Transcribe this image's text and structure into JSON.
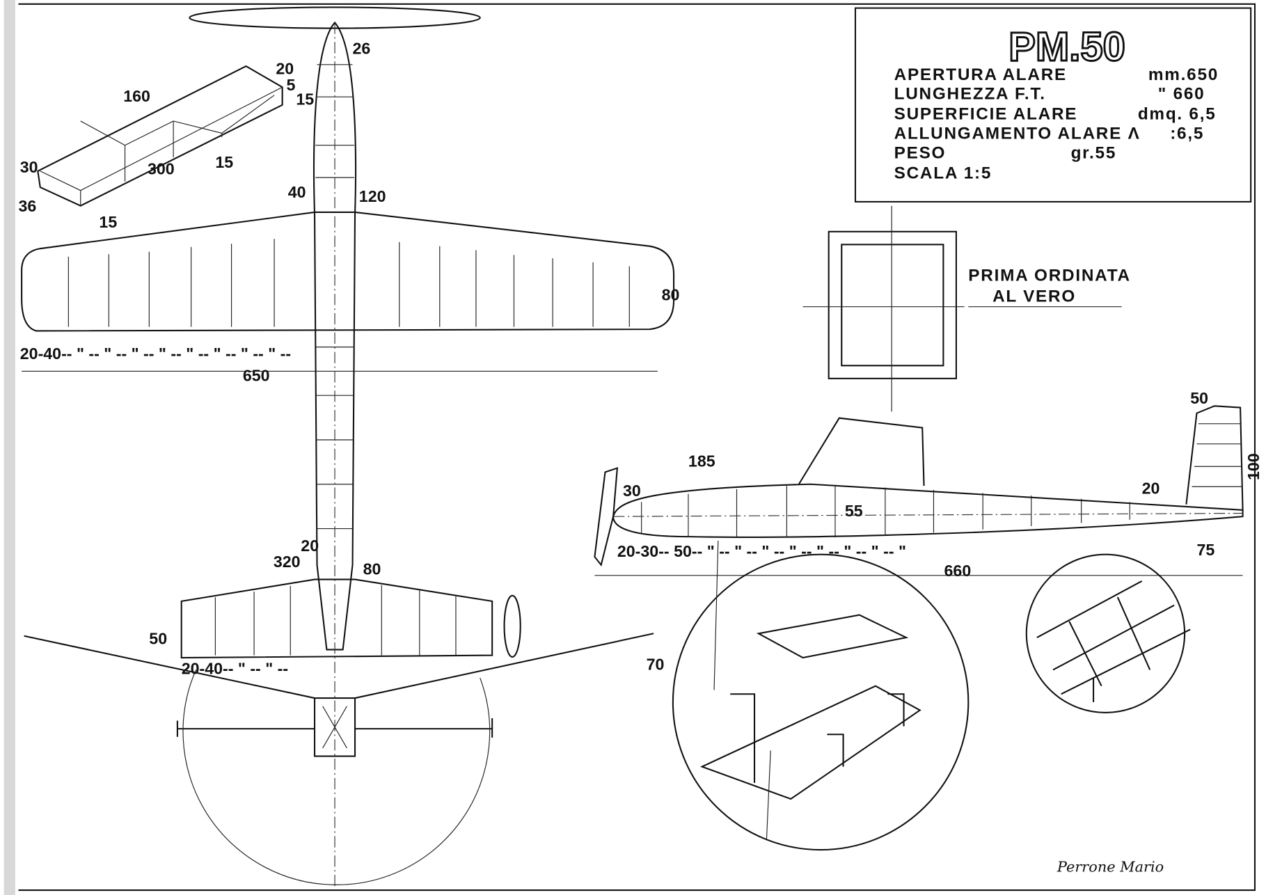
{
  "title_block": {
    "title": "PM.50",
    "specs": [
      {
        "label": "APERTURA ALARE",
        "value": "mm.650"
      },
      {
        "label": "LUNGHEZZA F.T.",
        "value": "\" 660"
      },
      {
        "label": "SUPERFICIE ALARE",
        "value": "dmq. 6,5"
      },
      {
        "label": "ALLUNGAMENTO ALARE Λ",
        "value": ":6,5"
      },
      {
        "label": "PESO",
        "value": "gr.55"
      },
      {
        "label": "SCALA 1:5",
        "value": ""
      }
    ]
  },
  "ordinata": {
    "line1": "PRIMA ORDINATA",
    "line2": "AL VERO"
  },
  "dimensions": {
    "box_160": "160",
    "box_20": "20",
    "box_5": "5",
    "box_15a": "15",
    "box_30": "30",
    "box_300": "300",
    "box_15b": "15",
    "box_36": "36",
    "box_15c": "15",
    "prop_26": "26",
    "fus_40": "40",
    "fus_120": "120",
    "wing_80": "80",
    "wing_spacing": "20-40-- \" -- \" -- \" -- \" -- \" -- \" -- \" -- \" --",
    "wing_650": "650",
    "tail_20": "20",
    "tail_320": "320",
    "tail_80": "80",
    "tail_50": "50",
    "tail_spacing": "20-40-- \" -- \" --",
    "side_185": "185",
    "side_30": "30",
    "side_55": "55",
    "side_20": "20",
    "side_spacing": "20-30-- 50-- \" -- \" -- \" -- \" -- \" -- \" -- \" -- \"",
    "side_75": "75",
    "side_660": "660",
    "fin_50": "50",
    "fin_100": "100",
    "dihedral_70": "70"
  },
  "signature": "Perrone Mario"
}
